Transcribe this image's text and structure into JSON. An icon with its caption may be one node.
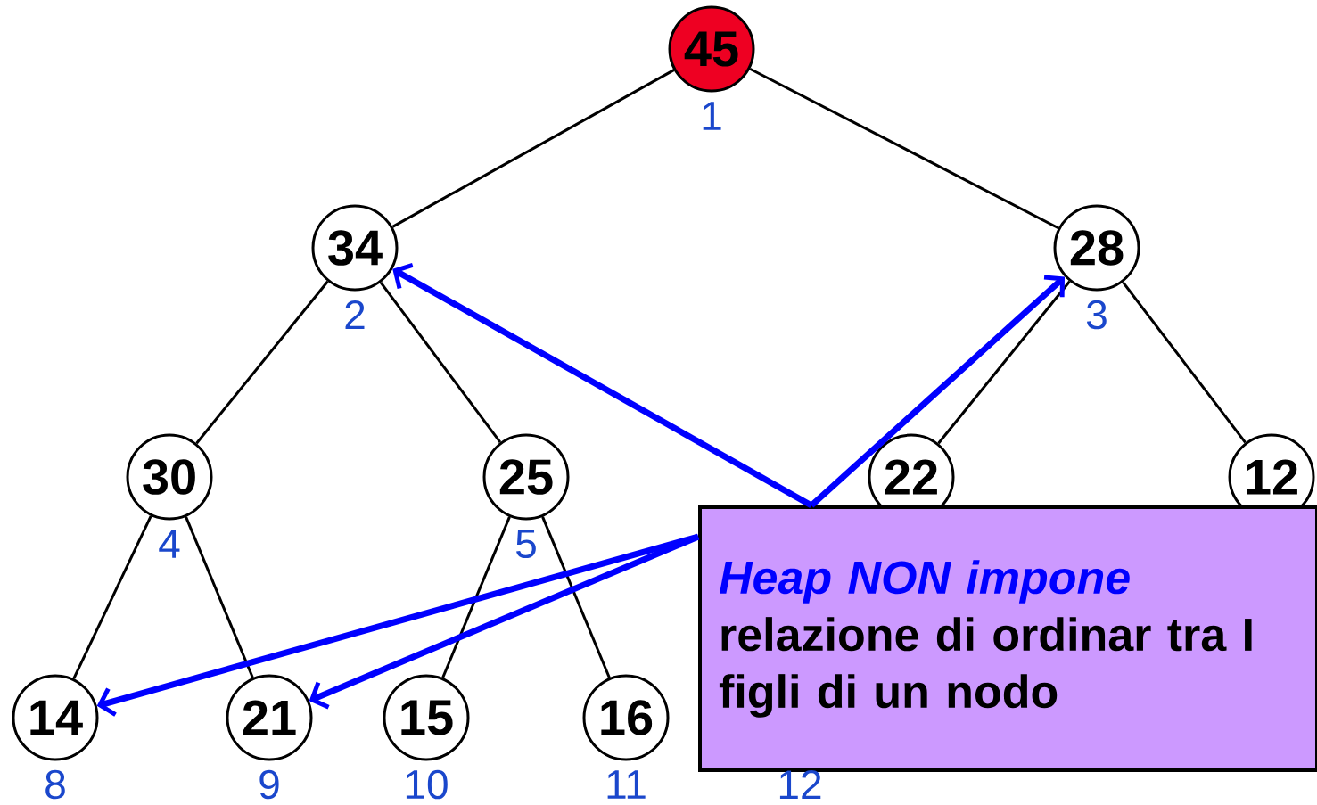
{
  "diagram": {
    "nodes": [
      {
        "text": [
          "45"
        ],
        "beside": [
          "1"
        ]
      },
      {
        "text": [
          "34"
        ],
        "beside": [
          "2"
        ]
      },
      {
        "text": [
          "28"
        ],
        "beside": [
          "3"
        ]
      },
      {
        "text": [
          "30"
        ],
        "beside": [
          "4"
        ]
      },
      {
        "text": [
          "25"
        ],
        "beside": [
          "5"
        ]
      },
      {
        "text": [
          "22"
        ]
      },
      {
        "text": [
          "12"
        ]
      },
      {
        "text": [
          "14"
        ],
        "beside": [
          "8"
        ]
      },
      {
        "text": [
          "21"
        ],
        "beside": [
          "9"
        ]
      },
      {
        "text": [
          "15"
        ],
        "beside": [
          "10"
        ]
      },
      {
        "text": [
          "16"
        ],
        "beside": [
          "11"
        ]
      },
      {
        "text": [
          "Heap NON impone",
          "relazione di ordinar tra I figli di un nodo"
        ]
      }
    ],
    "edges": [
      {
        "from": 0,
        "to": 1,
        "arrow": "none"
      },
      {
        "from": 0,
        "to": 2,
        "arrow": "none"
      },
      {
        "from": 1,
        "to": 3,
        "arrow": "none"
      },
      {
        "from": 1,
        "to": 4,
        "arrow": "none"
      },
      {
        "from": 2,
        "to": 5,
        "arrow": "none"
      },
      {
        "from": 2,
        "to": 6,
        "arrow": "none"
      },
      {
        "from": 3,
        "to": 7,
        "arrow": "none"
      },
      {
        "from": 3,
        "to": 8,
        "arrow": "none"
      },
      {
        "from": 4,
        "to": 9,
        "arrow": "none"
      },
      {
        "from": 4,
        "to": 10,
        "arrow": "none"
      },
      {
        "from": 11,
        "to": 1,
        "arrow": "to",
        "style": "thick",
        "color": "#0000ff"
      },
      {
        "from": 11,
        "to": 2,
        "arrow": "to",
        "style": "thick",
        "color": "#0000ff"
      },
      {
        "from": 11,
        "to": 7,
        "arrow": "to",
        "style": "thick",
        "color": "#0000ff"
      },
      {
        "from": 11,
        "to": 8,
        "arrow": "to",
        "style": "thick",
        "color": "#0000ff"
      }
    ],
    "labels": [
      "12"
    ]
  }
}
